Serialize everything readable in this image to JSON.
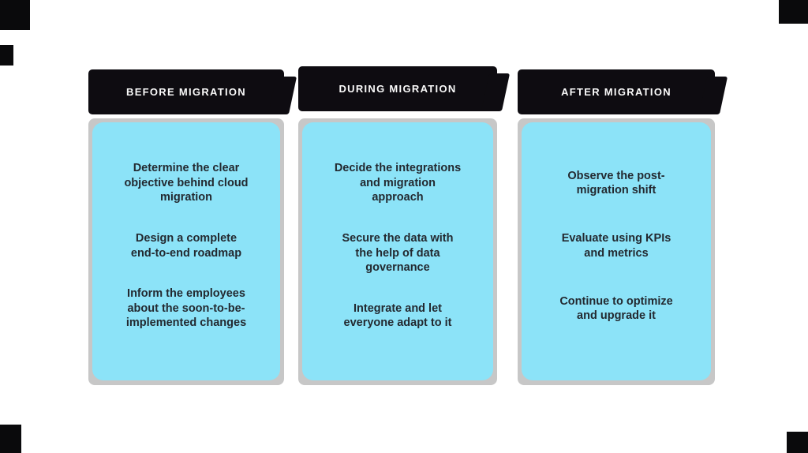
{
  "colors": {
    "page_background": "#ffffff",
    "header_background": "#0e0c11",
    "header_text": "#fafafa",
    "card_background": "#8ce3f8",
    "card_backing": "#c7c7c7",
    "card_text": "#232930",
    "decor_black": "#0a0a0c"
  },
  "columns": [
    {
      "id": "before-migration",
      "header": "BEFORE MIGRATION",
      "items": [
        {
          "text": "Determine the clear objective behind cloud migration",
          "lines": [
            "Determine the clear",
            "objective behind cloud",
            "migration"
          ]
        },
        {
          "text": "Design a complete end-to-end roadmap",
          "lines": [
            "Design a complete",
            "end-to-end roadmap"
          ]
        },
        {
          "text": "Inform the employees about the soon-to-be-implemented changes",
          "lines": [
            "Inform the employees",
            "about the soon-to-be-",
            "implemented changes"
          ]
        }
      ]
    },
    {
      "id": "during-migration",
      "header": "DURING MIGRATION",
      "items": [
        {
          "text": "Decide the integrations and migration approach",
          "lines": [
            "Decide the integrations",
            "and migration",
            "approach"
          ]
        },
        {
          "text": "Secure the data with the help of data governance",
          "lines": [
            "Secure the data with",
            "the help of data",
            "governance"
          ]
        },
        {
          "text": "Integrate and let everyone adapt to it",
          "lines": [
            "Integrate and let",
            "everyone adapt to it"
          ]
        }
      ]
    },
    {
      "id": "after-migration",
      "header": "AFTER MIGRATION",
      "items": [
        {
          "text": "Observe the post-migration shift",
          "lines": [
            "Observe the post-",
            "migration shift"
          ]
        },
        {
          "text": "Evaluate using KPIs and metrics",
          "lines": [
            "Evaluate using KPIs",
            "and metrics"
          ]
        },
        {
          "text": "Continue to optimize and upgrade it",
          "lines": [
            "Continue to optimize",
            "and upgrade it"
          ]
        }
      ]
    }
  ]
}
